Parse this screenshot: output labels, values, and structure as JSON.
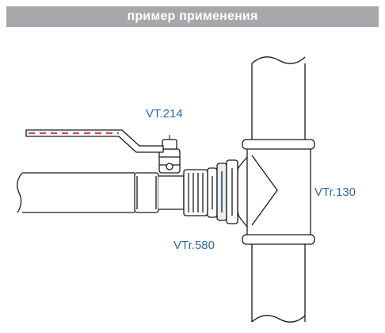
{
  "header": {
    "title": "пример применения",
    "background": "#a6a8ab"
  },
  "labels": {
    "ball_valve": "VT.214",
    "tee": "VTr.130",
    "adapter": "VTr.580"
  },
  "colors": {
    "label_text": "#2e6d9e",
    "outline": "#1a1a1a",
    "handle_red": "#c0504d"
  }
}
